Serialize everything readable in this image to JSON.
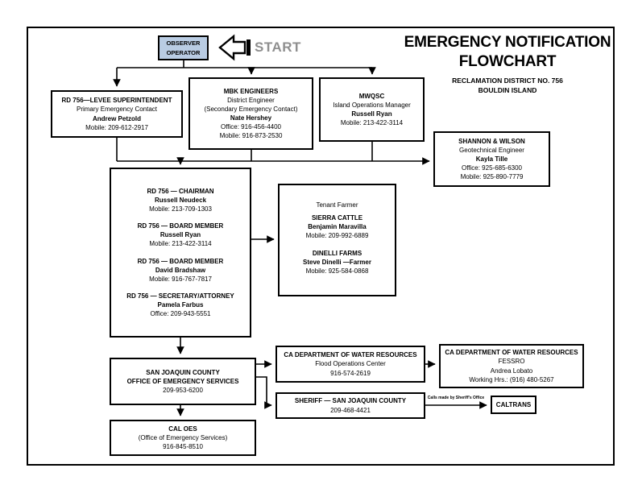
{
  "title": {
    "line1": "EMERGENCY NOTIFICATION",
    "line2": "FLOWCHART",
    "subtitle1": "RECLAMATION DISTRICT NO. 756",
    "subtitle2": "BOULDIN ISLAND"
  },
  "start": {
    "label": "START"
  },
  "observer": {
    "line1": "OBSERVER",
    "line2": "OPERATOR"
  },
  "boxes": {
    "levee": {
      "lines": [
        "RD 756—LEVEE SUPERINTENDENT",
        "Primary Emergency Contact",
        "Andrew Petzold",
        "Mobile:  209-612-2917"
      ]
    },
    "mbk": {
      "lines": [
        "MBK ENGINEERS",
        "District Engineer",
        "(Secondary Emergency Contact)",
        "Nate Hershey",
        "Office: 916-456-4400",
        "Mobile: 916-873-2530"
      ]
    },
    "mwqsc": {
      "lines": [
        "MWQSC",
        "Island Operations Manager",
        "Russell Ryan",
        "Mobile: 213-422-3114"
      ]
    },
    "shannon": {
      "lines": [
        "SHANNON & WILSON",
        "Geotechnical Engineer",
        "Kayla Tille",
        "Office: 925-685-6300",
        "Mobile: 925-890-7779"
      ]
    },
    "board": {
      "groups": [
        {
          "title": "RD 756 — CHAIRMAN",
          "name": "Russell Neudeck",
          "phone": "Mobile: 213-709-1303"
        },
        {
          "title": "RD 756 — BOARD MEMBER",
          "name": "Russell Ryan",
          "phone": "Mobile: 213-422-3114"
        },
        {
          "title": "RD 756 — BOARD MEMBER",
          "name": "David Bradshaw",
          "phone": "Mobile: 916-767-7817"
        },
        {
          "title": "RD 756 — SECRETARY/ATTORNEY",
          "name": "Pamela Farbus",
          "phone": "Office: 209-943-5551"
        }
      ]
    },
    "tenant": {
      "header": "Tenant Farmer",
      "groups": [
        {
          "title": "SIERRA CATTLE",
          "name": "Benjamin Maravilla",
          "phone": "Mobile: 209-992-6889"
        },
        {
          "title": "DINELLI FARMS",
          "name": "Steve Dinelli —Farmer",
          "phone": "Mobile: 925-584-0868"
        }
      ]
    },
    "sjc": {
      "lines": [
        "SAN JOAQUIN COUNTY",
        "OFFICE OF EMERGENCY SERVICES",
        "209-953-6200"
      ]
    },
    "caloes": {
      "lines": [
        "CAL OES",
        "(Office of Emergency Services)",
        "916-845-8510"
      ]
    },
    "dwr_flood": {
      "lines": [
        "CA DEPARTMENT OF WATER RESOURCES",
        "Flood Operations Center",
        "916-574-2619"
      ]
    },
    "dwr_fessro": {
      "lines": [
        "CA DEPARTMENT OF WATER RESOURCES",
        "FESSRO",
        "Andrea Lobato",
        "Working Hrs.: (916) 480-5267"
      ]
    },
    "sheriff": {
      "lines": [
        "SHERIFF — SAN JOAQUIN COUNTY",
        "209-468-4421"
      ]
    },
    "caltrans": {
      "label": "CALTRANS"
    },
    "sheriff_note": "Calls made by Sheriff's Office"
  },
  "colors": {
    "observer_fill": "#b9cce3",
    "start_text": "#8f8f8f",
    "line": "#000000"
  }
}
